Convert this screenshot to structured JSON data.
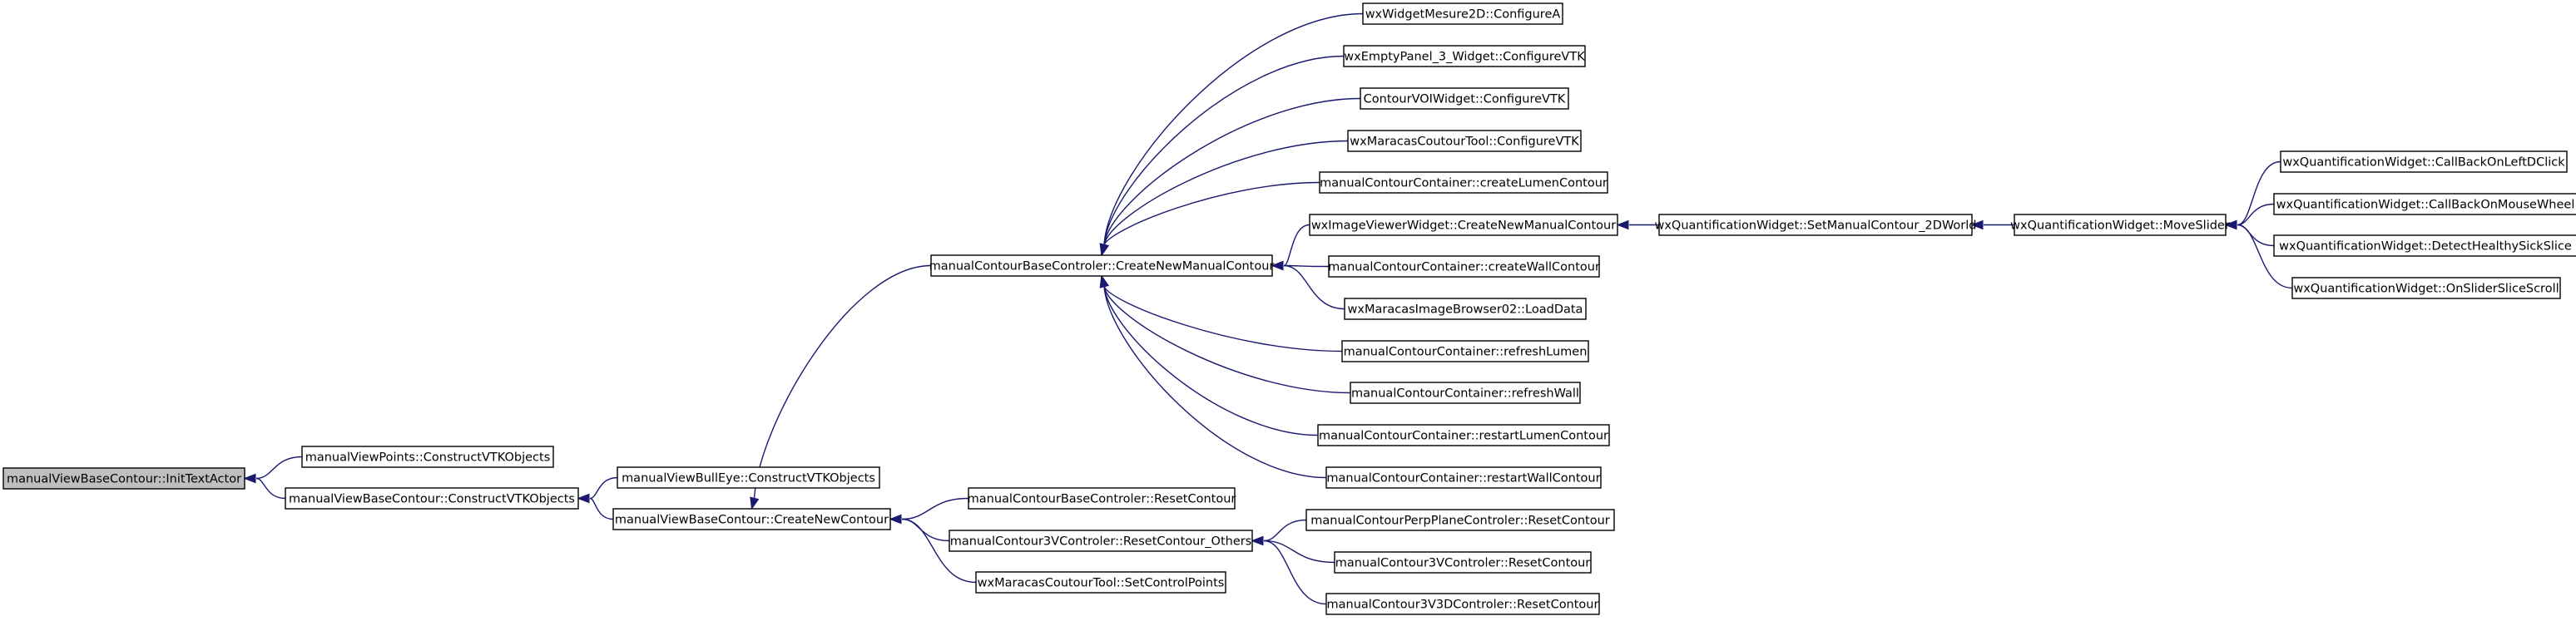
{
  "graph": {
    "type": "call-graph",
    "direction": "right-to-left",
    "colors": {
      "edge": "#191970",
      "root_fill": "#bfbfbf",
      "node_fill": "#ffffff",
      "border": "#000000"
    },
    "nodes": [
      {
        "id": "n0",
        "label": "manualViewBaseContour::InitTextActor",
        "root": true
      },
      {
        "id": "n1",
        "label": "manualViewPoints::ConstructVTKObjects"
      },
      {
        "id": "n2",
        "label": "manualViewBaseContour::ConstructVTKObjects"
      },
      {
        "id": "n3",
        "label": "manualViewBullEye::ConstructVTKObjects"
      },
      {
        "id": "n4",
        "label": "manualViewBaseContour::CreateNewContour"
      },
      {
        "id": "n5",
        "label": "manualContourBaseControler::CreateNewManualContour"
      },
      {
        "id": "n6",
        "label": "manualContourBaseControler::ResetContour"
      },
      {
        "id": "n7",
        "label": "manualContour3VControler::ResetContour_Others"
      },
      {
        "id": "n8",
        "label": "wxMaracasCoutourTool::SetControlPoints"
      },
      {
        "id": "n9",
        "label": "wxWidgetMesure2D::ConfigureA"
      },
      {
        "id": "n10",
        "label": "wxEmptyPanel_3_Widget::ConfigureVTK"
      },
      {
        "id": "n11",
        "label": "ContourVOIWidget::ConfigureVTK"
      },
      {
        "id": "n12",
        "label": "wxMaracasCoutourTool::ConfigureVTK"
      },
      {
        "id": "n13",
        "label": "manualContourContainer::createLumenContour"
      },
      {
        "id": "n14",
        "label": "wxImageViewerWidget::CreateNewManualContour"
      },
      {
        "id": "n15",
        "label": "manualContourContainer::createWallContour"
      },
      {
        "id": "n16",
        "label": "wxMaracasImageBrowser02::LoadData"
      },
      {
        "id": "n17",
        "label": "manualContourContainer::refreshLumen"
      },
      {
        "id": "n18",
        "label": "manualContourContainer::refreshWall"
      },
      {
        "id": "n19",
        "label": "manualContourContainer::restartLumenContour"
      },
      {
        "id": "n20",
        "label": "manualContourContainer::restartWallContour"
      },
      {
        "id": "n21",
        "label": "manualContourPerpPlaneControler::ResetContour"
      },
      {
        "id": "n22",
        "label": "manualContour3VControler::ResetContour"
      },
      {
        "id": "n23",
        "label": "manualContour3V3DControler::ResetContour"
      },
      {
        "id": "n24",
        "label": "wxQuantificationWidget::SetManualContour_2DWorld"
      },
      {
        "id": "n25",
        "label": "wxQuantificationWidget::MoveSlider"
      },
      {
        "id": "n26",
        "label": "wxQuantificationWidget::CallBackOnLeftDClick"
      },
      {
        "id": "n27",
        "label": "wxQuantificationWidget::CallBackOnMouseWheel"
      },
      {
        "id": "n28",
        "label": "wxQuantificationWidget::DetectHealthySickSlice"
      },
      {
        "id": "n29",
        "label": "wxQuantificationWidget::OnSliderSliceScroll"
      }
    ],
    "edges": [
      {
        "from": "n1",
        "to": "n0"
      },
      {
        "from": "n2",
        "to": "n0"
      },
      {
        "from": "n3",
        "to": "n2"
      },
      {
        "from": "n4",
        "to": "n2"
      },
      {
        "from": "n5",
        "to": "n4"
      },
      {
        "from": "n6",
        "to": "n4"
      },
      {
        "from": "n7",
        "to": "n4"
      },
      {
        "from": "n8",
        "to": "n4"
      },
      {
        "from": "n9",
        "to": "n5"
      },
      {
        "from": "n10",
        "to": "n5"
      },
      {
        "from": "n11",
        "to": "n5"
      },
      {
        "from": "n12",
        "to": "n5"
      },
      {
        "from": "n13",
        "to": "n5"
      },
      {
        "from": "n14",
        "to": "n5"
      },
      {
        "from": "n15",
        "to": "n5"
      },
      {
        "from": "n16",
        "to": "n5"
      },
      {
        "from": "n17",
        "to": "n5"
      },
      {
        "from": "n18",
        "to": "n5"
      },
      {
        "from": "n19",
        "to": "n5"
      },
      {
        "from": "n20",
        "to": "n5"
      },
      {
        "from": "n21",
        "to": "n7"
      },
      {
        "from": "n22",
        "to": "n7"
      },
      {
        "from": "n23",
        "to": "n7"
      },
      {
        "from": "n24",
        "to": "n14"
      },
      {
        "from": "n25",
        "to": "n24"
      },
      {
        "from": "n26",
        "to": "n25"
      },
      {
        "from": "n27",
        "to": "n25"
      },
      {
        "from": "n28",
        "to": "n25"
      },
      {
        "from": "n29",
        "to": "n25"
      }
    ]
  }
}
